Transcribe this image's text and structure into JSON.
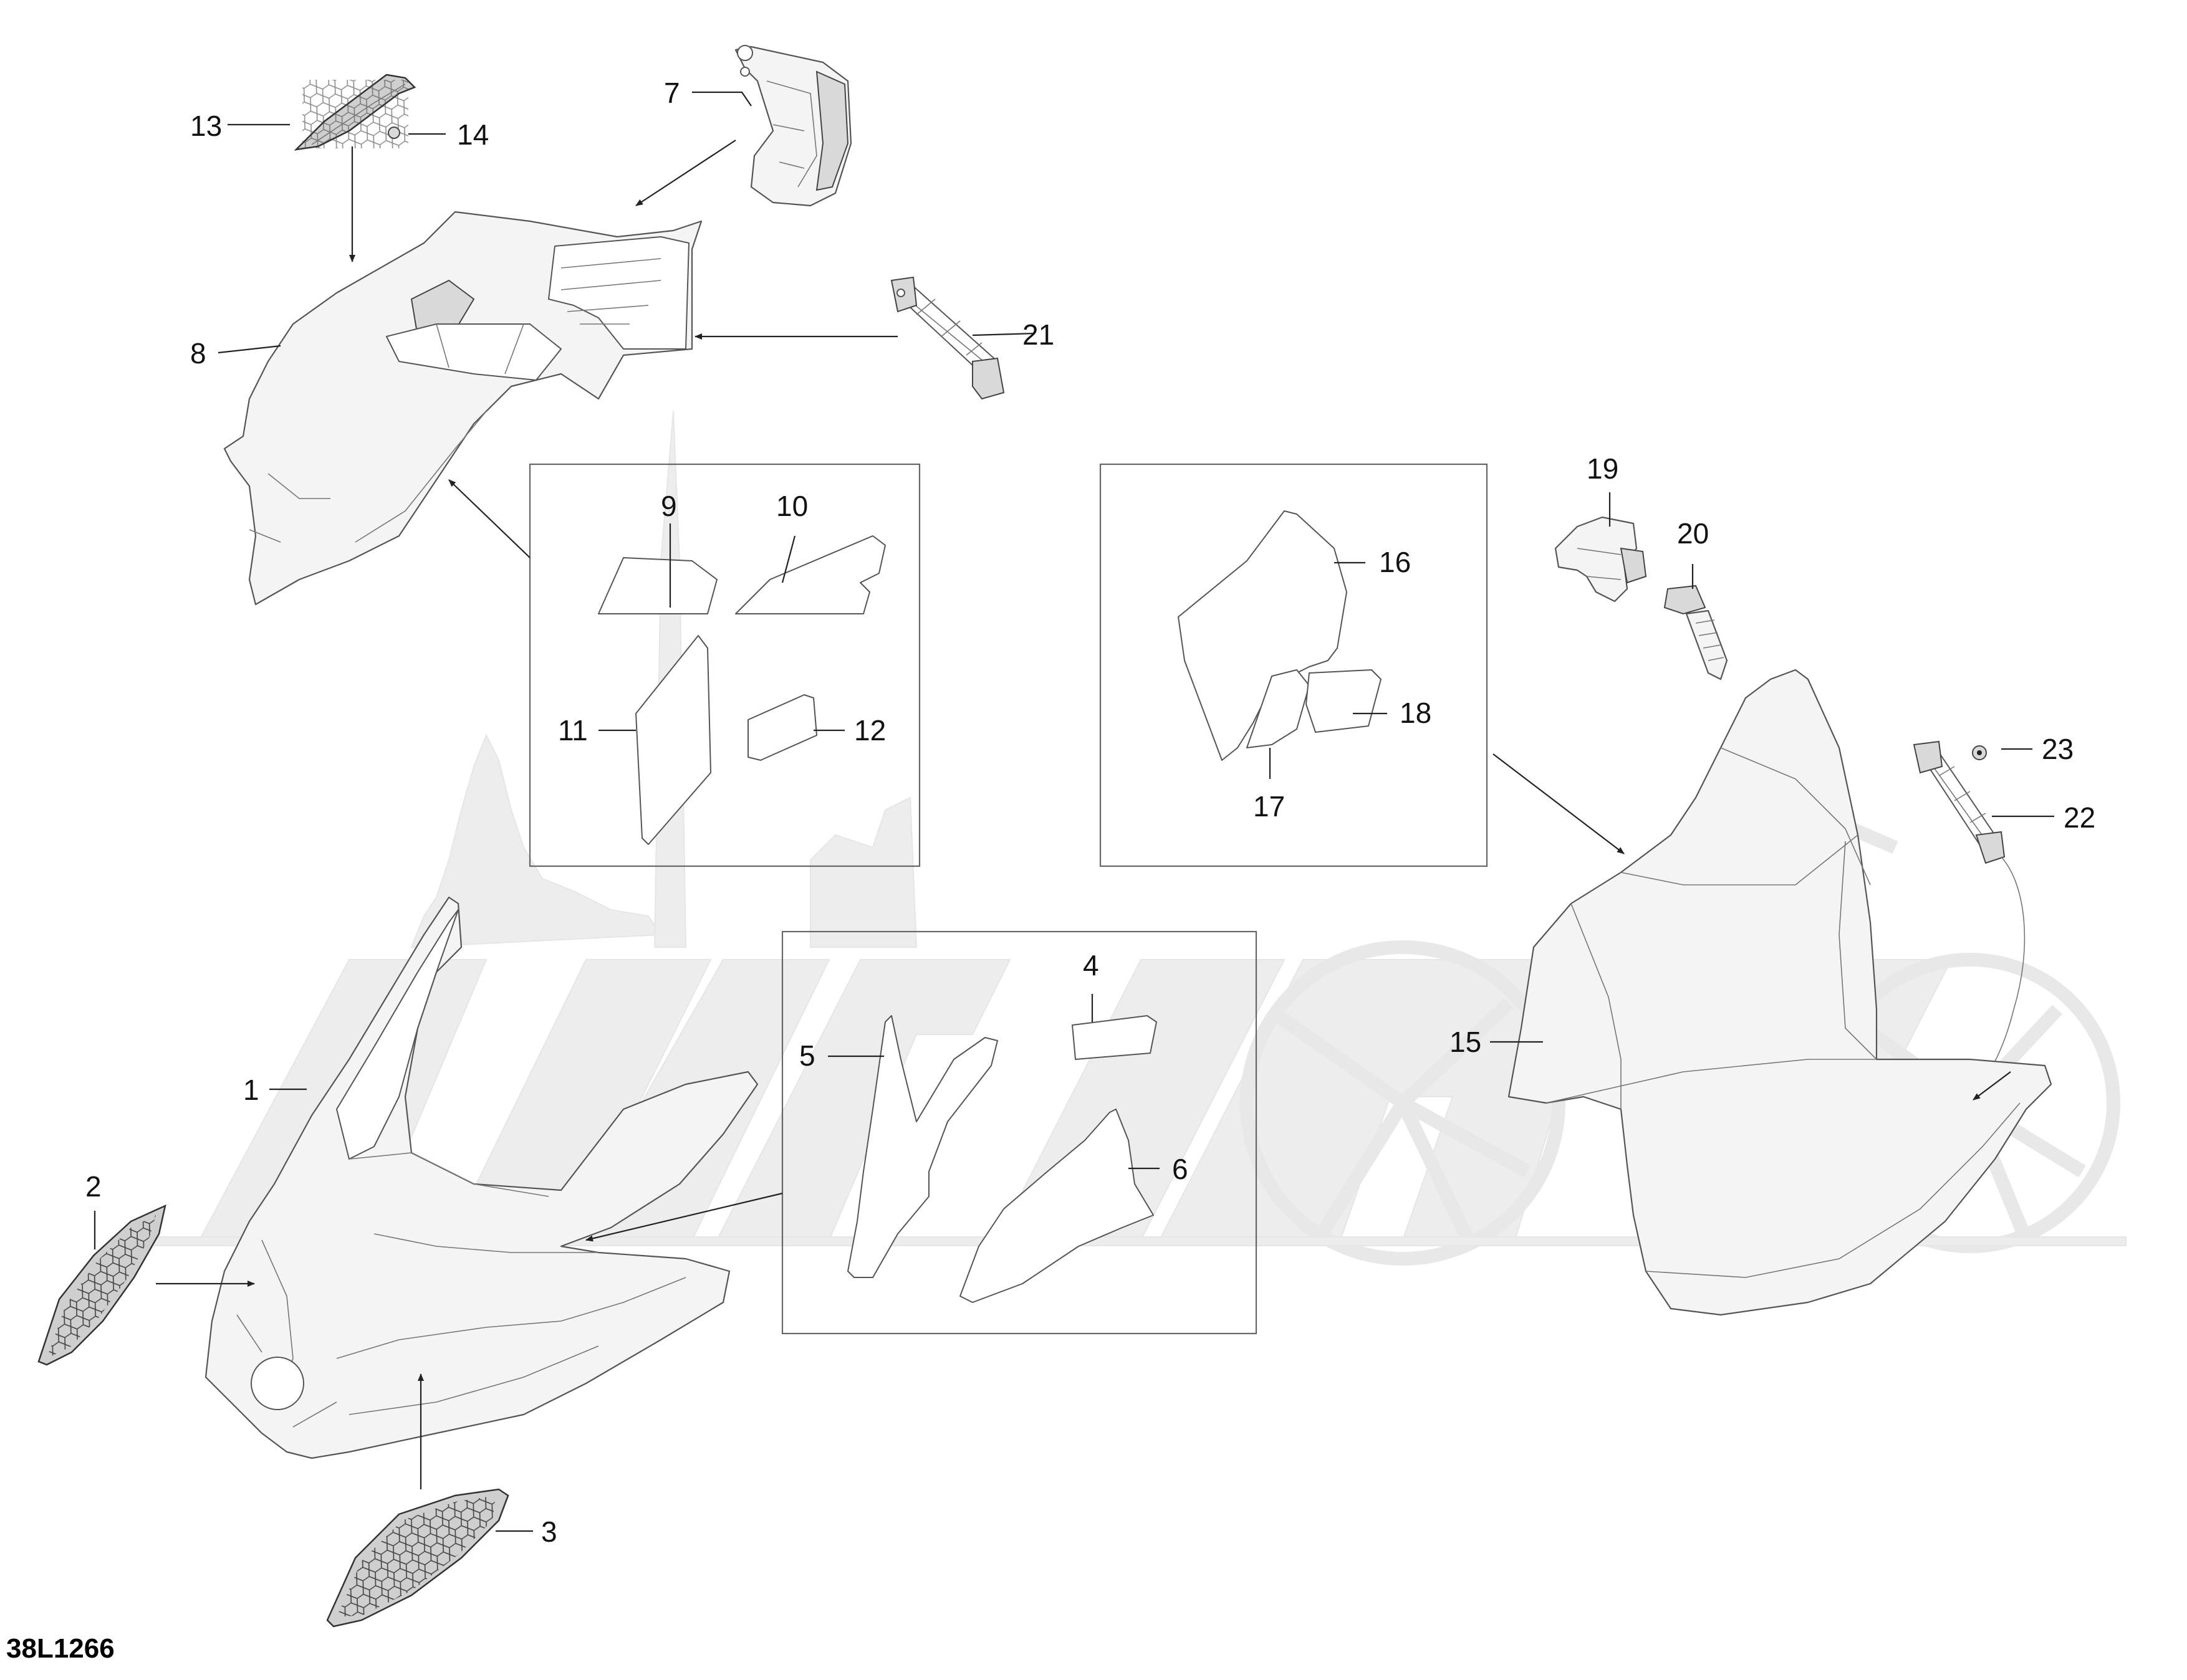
{
  "diagram_code": "38L1266",
  "parts": [
    {
      "id": "1",
      "label": "1"
    },
    {
      "id": "2",
      "label": "2"
    },
    {
      "id": "3",
      "label": "3"
    },
    {
      "id": "4",
      "label": "4"
    },
    {
      "id": "5",
      "label": "5"
    },
    {
      "id": "6",
      "label": "6"
    },
    {
      "id": "7",
      "label": "7"
    },
    {
      "id": "8",
      "label": "8"
    },
    {
      "id": "9",
      "label": "9"
    },
    {
      "id": "10",
      "label": "10"
    },
    {
      "id": "11",
      "label": "11"
    },
    {
      "id": "12",
      "label": "12"
    },
    {
      "id": "13",
      "label": "13"
    },
    {
      "id": "14",
      "label": "14"
    },
    {
      "id": "15",
      "label": "15"
    },
    {
      "id": "16",
      "label": "16"
    },
    {
      "id": "17",
      "label": "17"
    },
    {
      "id": "18",
      "label": "18"
    },
    {
      "id": "19",
      "label": "19"
    },
    {
      "id": "20",
      "label": "20"
    },
    {
      "id": "21",
      "label": "21"
    },
    {
      "id": "22",
      "label": "22"
    },
    {
      "id": "23",
      "label": "23"
    }
  ]
}
